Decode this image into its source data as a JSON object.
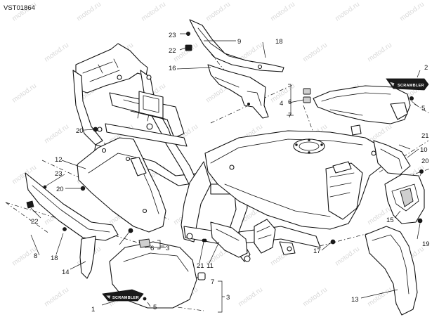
{
  "doc_code": "VST01864",
  "watermark_text": "motod.ru",
  "decal_text": "SCRAMBLER",
  "callouts": {
    "c1": "1",
    "c2": "2",
    "c3a": "3",
    "c3b": "3",
    "c4": "4",
    "c5a": "5",
    "c5b": "5",
    "c6a": "6",
    "c6b": "6",
    "c7a": "7",
    "c7b": "7",
    "c8": "8",
    "c9": "9",
    "c10": "10",
    "c11": "11",
    "c12": "12",
    "c13": "13",
    "c14": "14",
    "c15": "15",
    "c16": "16",
    "c17": "17",
    "c18a": "18",
    "c18b": "18",
    "c19": "19",
    "c20a": "20",
    "c20b": "20",
    "c20c": "20",
    "c21a": "21",
    "c21b": "21",
    "c22a": "22",
    "c22b": "22",
    "c23a": "23",
    "c23b": "23"
  }
}
